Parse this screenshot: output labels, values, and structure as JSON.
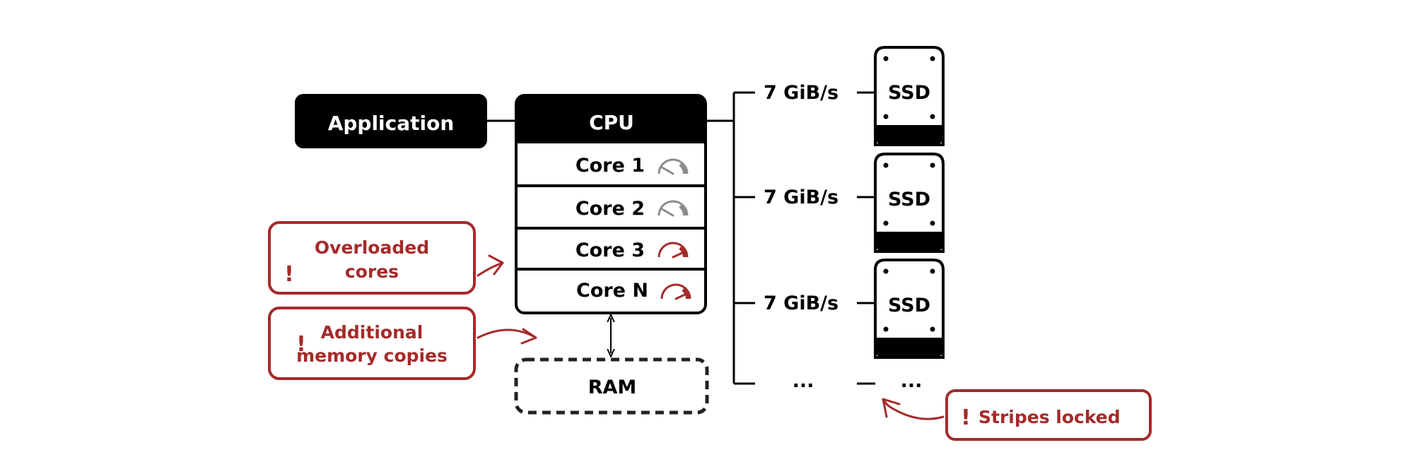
{
  "application": {
    "label": "Application"
  },
  "cpu": {
    "label": "CPU",
    "cores": [
      {
        "label": "Core 1",
        "load": "normal"
      },
      {
        "label": "Core 2",
        "load": "normal"
      },
      {
        "label": "Core 3",
        "load": "overloaded"
      },
      {
        "label": "Core N",
        "load": "overloaded"
      }
    ]
  },
  "ram": {
    "label": "RAM"
  },
  "storage": {
    "links": [
      {
        "speed": "7 GiB/s",
        "device": "SSD"
      },
      {
        "speed": "7 GiB/s",
        "device": "SSD"
      },
      {
        "speed": "7 GiB/s",
        "device": "SSD"
      }
    ],
    "more_label": "...",
    "more_device_label": "..."
  },
  "callouts": {
    "overloaded": {
      "mark": "!",
      "line1": "Overloaded",
      "line2": "cores"
    },
    "memory": {
      "mark": "!",
      "line1": "Additional",
      "line2": "memory copies"
    },
    "stripes": {
      "mark": "!",
      "line1": "Stripes locked"
    }
  },
  "colors": {
    "ink": "#000000",
    "accent": "#a52a2a",
    "gauge_normal": "#8c8c8c",
    "gauge_overloaded": "#a52a2a"
  }
}
